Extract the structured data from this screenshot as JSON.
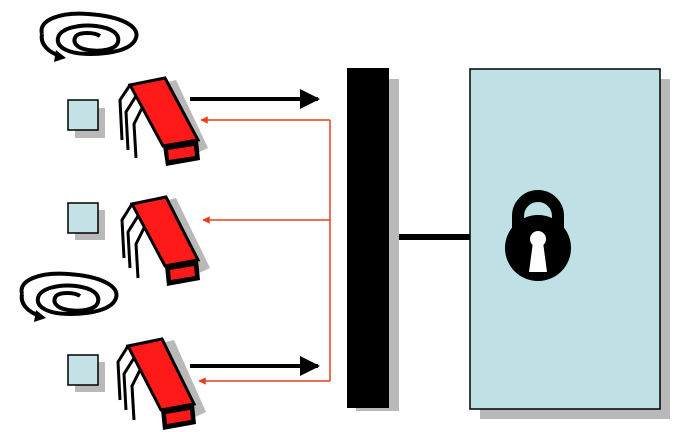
{
  "colors": {
    "background": "#ffffff",
    "lock_panel": "#bfe0e4",
    "small_square": "#c5e2e6",
    "device_red": "#ff1a1a",
    "bar": "#000000",
    "shadow": "#b9b9b9",
    "request_arrow": "#000000",
    "response_arrow": "#e8401c",
    "swirl": "#000000"
  },
  "icons": {
    "lock": "padlock-icon",
    "swirl": "spiral-swirl-icon",
    "device": "red-chip-device-icon",
    "square": "square-icon"
  },
  "nodes": [
    {
      "id": "node-1",
      "has_swirl": true,
      "sends_request": true,
      "receives_response": true
    },
    {
      "id": "node-2",
      "has_swirl": false,
      "sends_request": false,
      "receives_response": true
    },
    {
      "id": "node-3",
      "has_swirl": true,
      "sends_request": true,
      "receives_response": true
    }
  ]
}
